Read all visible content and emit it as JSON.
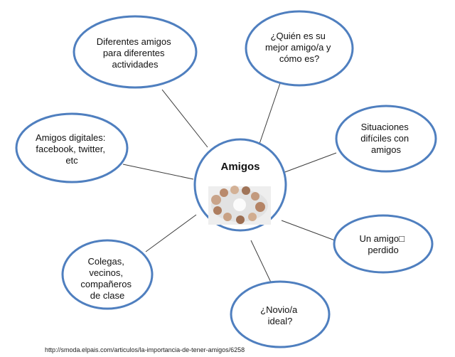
{
  "center": {
    "title": "Amigos"
  },
  "nodes": [
    {
      "id": "actividades",
      "lines": [
        "Diferentes  amigos",
        "para diferentes",
        "actividades"
      ]
    },
    {
      "id": "mejor-amigo",
      "lines": [
        "¿Quién es su",
        "mejor amigo/a y",
        "cómo es?"
      ]
    },
    {
      "id": "digitales",
      "lines": [
        "Amigos digitales:",
        "facebook, twitter,",
        "etc"
      ]
    },
    {
      "id": "situaciones",
      "lines": [
        "Situaciones",
        "difíciles con",
        "amigos"
      ]
    },
    {
      "id": "perdido",
      "lines": [
        "Un amigo□",
        "perdido"
      ]
    },
    {
      "id": "colegas",
      "lines": [
        "Colegas,",
        "vecinos,",
        "compañeros",
        "de clase"
      ]
    },
    {
      "id": "novio",
      "lines": [
        "¿Novio/a",
        "ideal?"
      ]
    }
  ],
  "source": {
    "url": "http://smoda.elpais.com/articulos/la-importancia-de-tener-amigos/6258"
  },
  "colors": {
    "bubble_stroke": "#4f7fbf",
    "connector": "#3c3c3c",
    "text": "#111111"
  }
}
